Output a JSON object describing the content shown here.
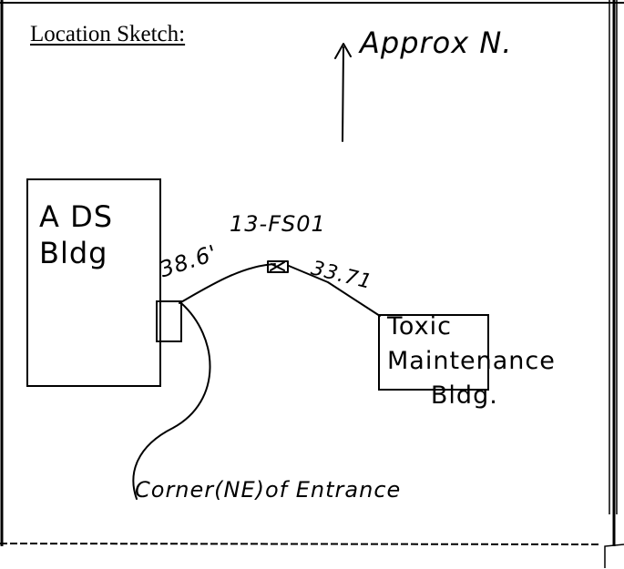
{
  "sheet": {
    "title": "Location Sketch:"
  },
  "sketch": {
    "north_label": "Approx N.",
    "building_ads": "A DS\nBldg",
    "station_id": "13-FS01",
    "distance_left": "38.6'",
    "distance_right": "33.71",
    "building_toxic": "Toxic\nMaintenance\n     Bldg.",
    "corner_note": "Corner(NE)of Entrance"
  }
}
